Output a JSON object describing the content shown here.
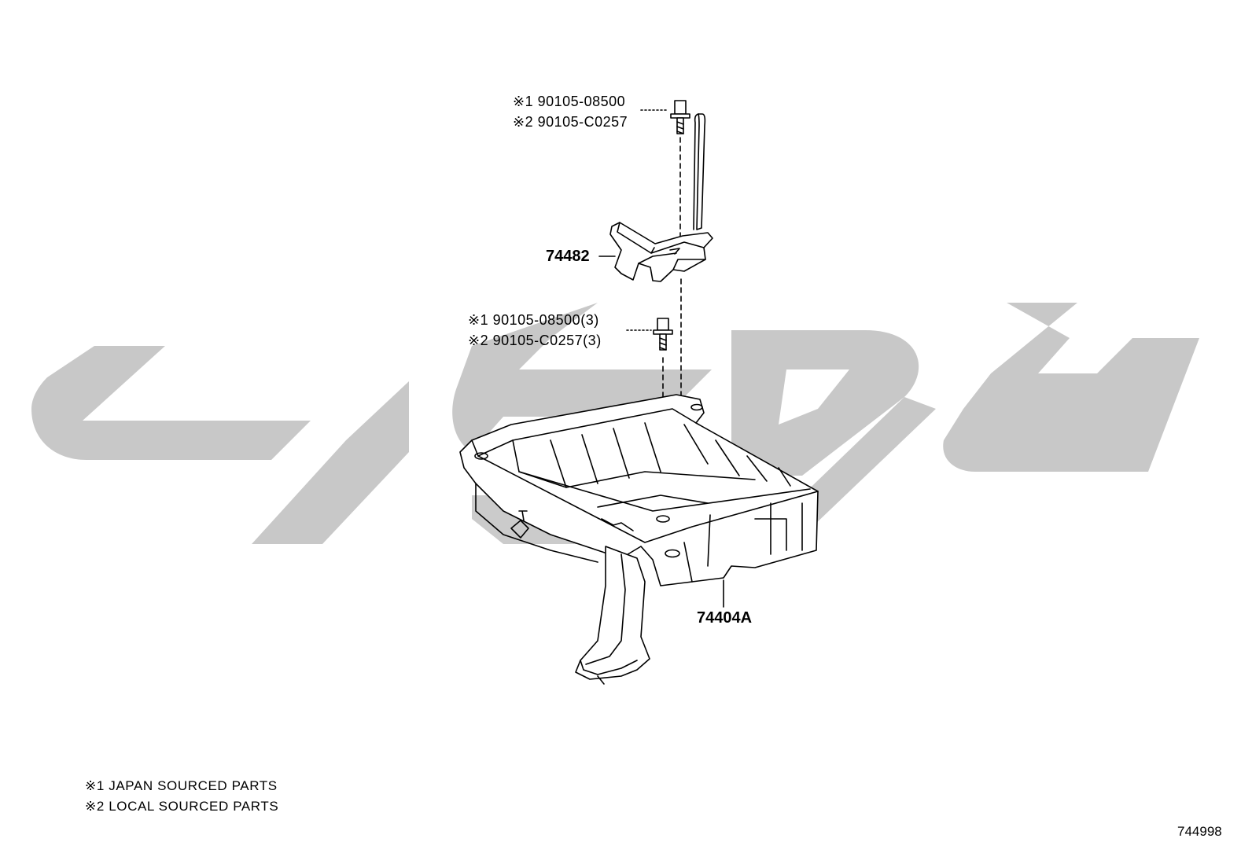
{
  "colors": {
    "watermark": "#c8c8c8",
    "line": "#000000",
    "background": "#ffffff"
  },
  "callouts": {
    "upper_bolt": {
      "line1": "※1 90105-08500",
      "line2": "※2 90105-C0257"
    },
    "lower_bolt": {
      "line1": "※1 90105-08500(3)",
      "line2": "※2 90105-C0257(3)"
    }
  },
  "parts": {
    "clamp": "74482",
    "tray": "74404A"
  },
  "legend": {
    "note1": "※1  JAPAN SOURCED PARTS",
    "note2": "※2  LOCAL SOURCED PARTS"
  },
  "illustration_code": "744998"
}
